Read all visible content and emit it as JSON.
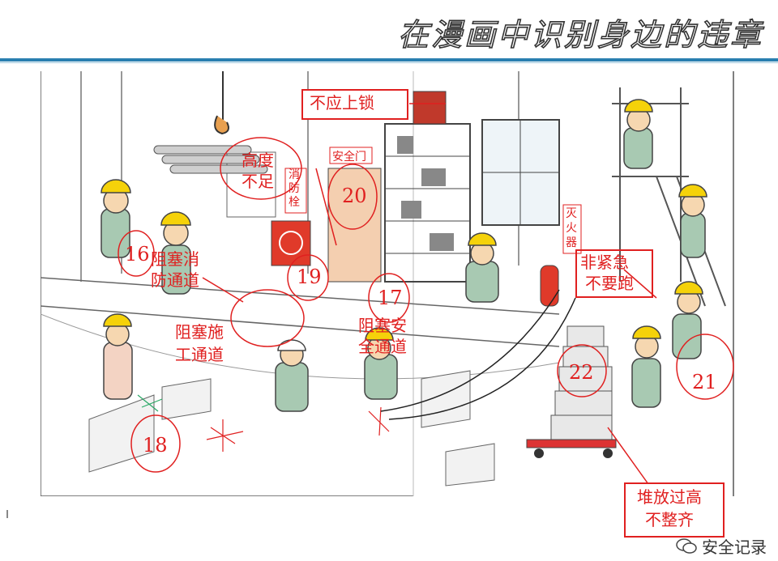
{
  "header": {
    "title": "在漫画中识别身边的违章"
  },
  "signs": {
    "fire_hydrant": "消\n防\n栓",
    "safety_door": "安全门",
    "extinguisher": "灭\n火\n器"
  },
  "annotations": {
    "no_lock": "不应上锁",
    "height_low_1": "高度",
    "height_low_2": "不足",
    "block_fire_1": "阻塞消",
    "block_fire_2": "防通道",
    "block_work_1": "阻塞施",
    "block_work_2": "工通道",
    "block_safe_1": "阻塞安",
    "block_safe_2": "全通道",
    "no_run_1": "非紧急",
    "no_run_2": "不要跑",
    "stack_1": "堆放过高",
    "stack_2": "不整齐"
  },
  "numbers": {
    "n16": "16",
    "n17": "17",
    "n18": "18",
    "n19": "19",
    "n20": "20",
    "n21": "21",
    "n22": "22"
  },
  "watermark": {
    "text": "安全记录",
    "icon": "wechat-icon"
  }
}
